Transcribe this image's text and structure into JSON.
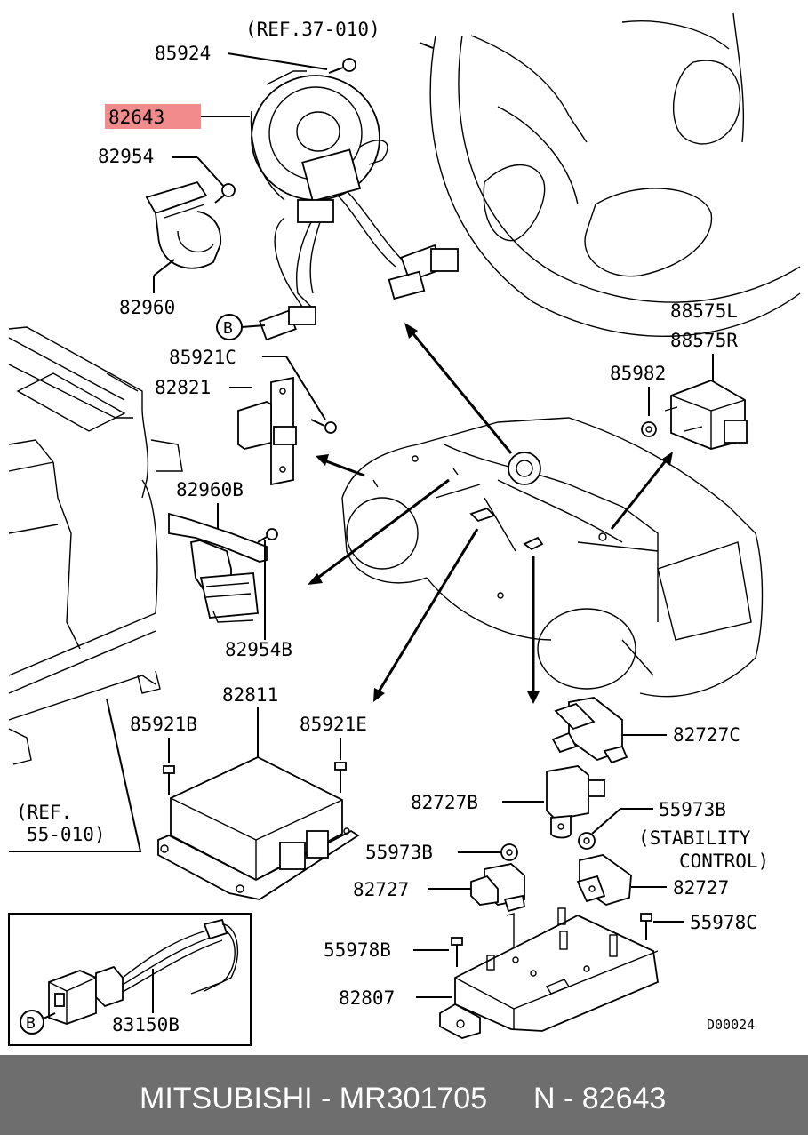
{
  "labels": {
    "ref_37_010": "(REF.37-010)",
    "p85924": "85924",
    "p82643": "82643",
    "p82954": "82954",
    "p82960": "82960",
    "b_top": "B",
    "p85921C": "85921C",
    "p82821": "82821",
    "p82960B": "82960B",
    "p82954B": "82954B",
    "p88575L": "88575L",
    "p88575R": "88575R",
    "p85982": "85982",
    "p82811": "82811",
    "p85921B": "85921B",
    "p85921E": "85921E",
    "ref_55_010_a": "(REF.",
    "ref_55_010_b": "55-010)",
    "p82727C": "82727C",
    "p82727B": "82727B",
    "p55973B_right": "55973B",
    "stability_a": "(STABILITY",
    "stability_b": "CONTROL)",
    "p55973B_left": "55973B",
    "p82727_left": "82727",
    "p82727_right": "82727",
    "p55978C": "55978C",
    "p55978B": "55978B",
    "p82807": "82807",
    "b_inset": "B",
    "p83150B": "83150B",
    "diagram_code": "D00024"
  },
  "highlight": {
    "part": "82643",
    "color": "#f28b8b"
  },
  "footer": {
    "brand_line": "MITSUBISHI - MR301705",
    "part_ref": "N - 82643",
    "background": "#6e6e6e",
    "text_color": "#ffffff"
  }
}
